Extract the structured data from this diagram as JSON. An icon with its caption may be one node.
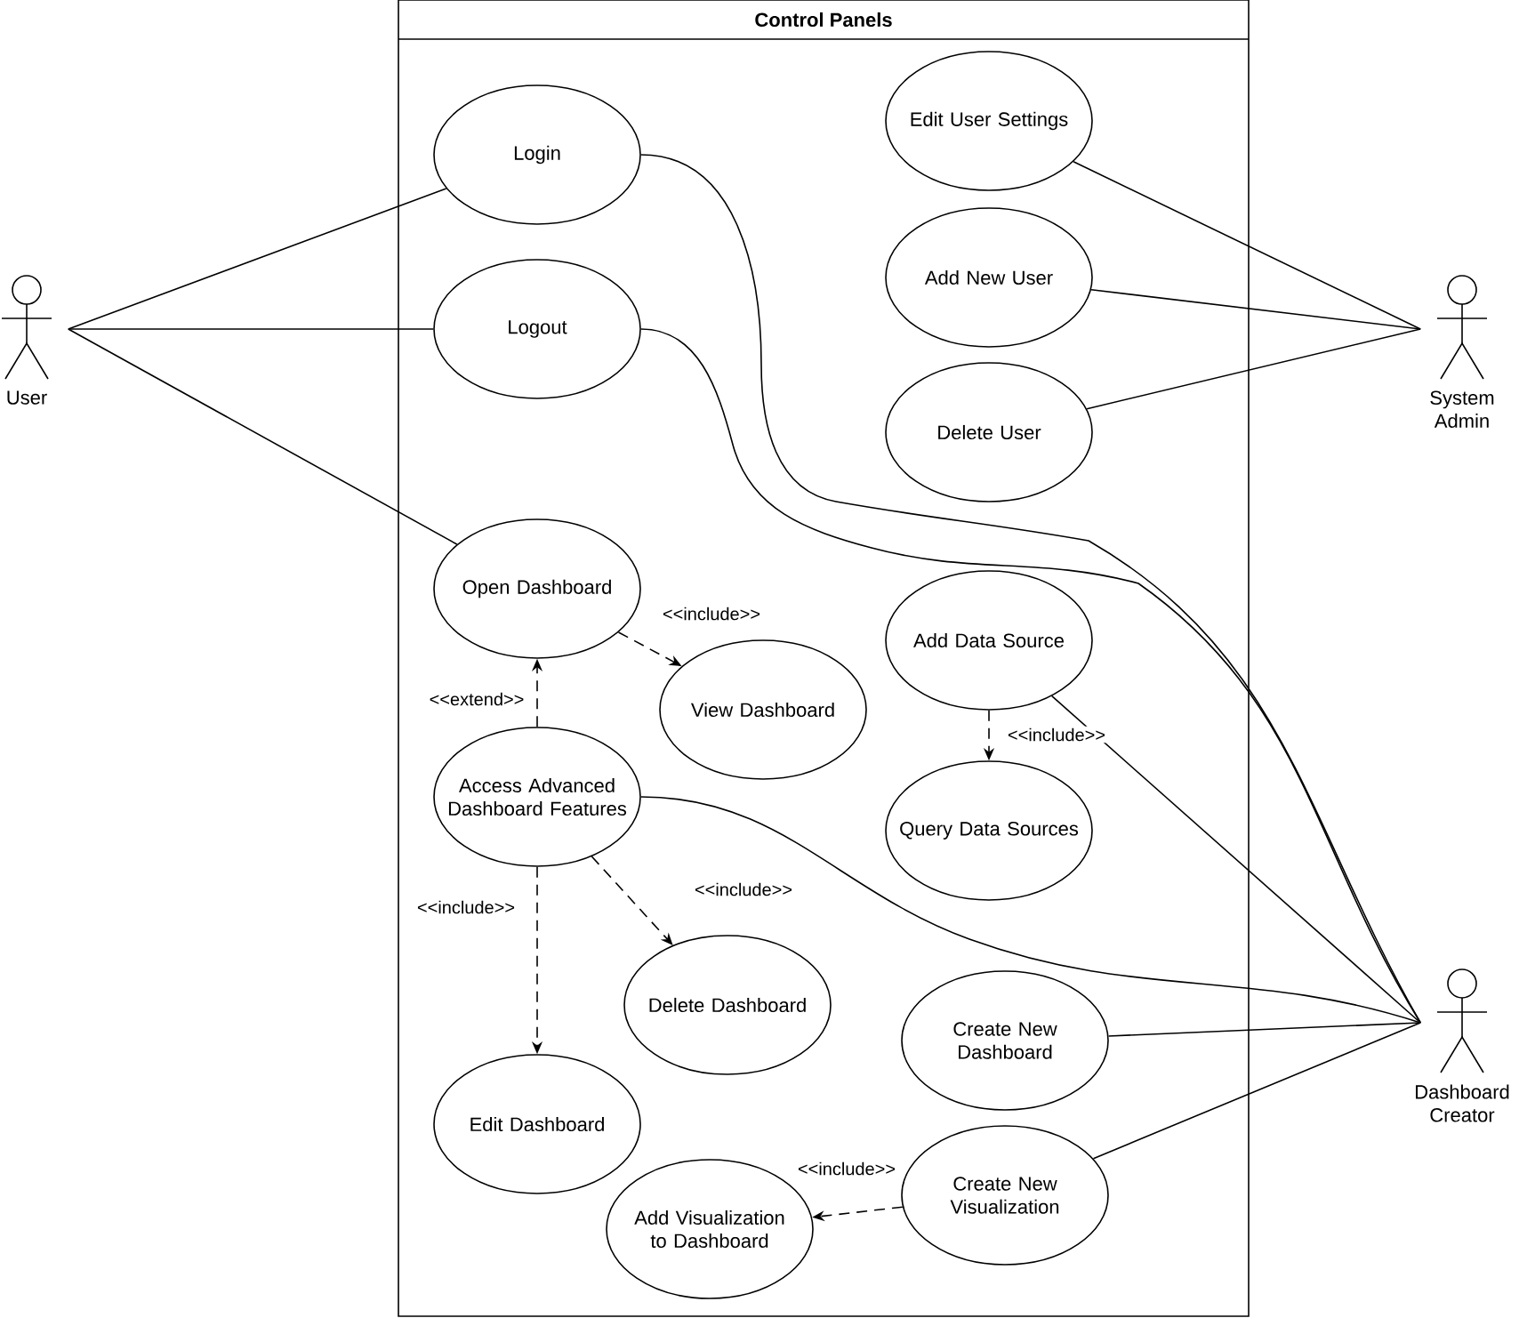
{
  "diagram": {
    "nodes": [
      {
        "text": [
          "Control Panels"
        ]
      },
      {
        "text": [
          "Login"
        ],
        "in": 0
      },
      {
        "text": [
          "Logout"
        ],
        "in": 0
      },
      {
        "text": [
          "Open Dashboard"
        ],
        "in": 0
      },
      {
        "text": [
          "Access Advanced Dashboard Features"
        ],
        "in": 0
      },
      {
        "text": [
          "Edit Dashboard"
        ],
        "in": 0
      },
      {
        "text": [
          "View Dashboard"
        ],
        "in": 0
      },
      {
        "text": [
          "Delete Dashboard"
        ],
        "in": 0
      },
      {
        "text": [
          "Add Visualization to Dashboard"
        ],
        "in": 0
      },
      {
        "text": [
          "Edit User Settings"
        ],
        "in": 0
      },
      {
        "text": [
          "Add New User"
        ],
        "in": 0
      },
      {
        "text": [
          "Delete User"
        ],
        "in": 0
      },
      {
        "text": [
          "Add Data Source"
        ],
        "in": 0
      },
      {
        "text": [
          "Query Data Sources"
        ],
        "in": 0
      },
      {
        "text": [
          "Create New Dashboard"
        ],
        "in": 0
      },
      {
        "text": [
          "Create New Visualization"
        ],
        "in": 0
      },
      {
        "text": [
          "User"
        ]
      },
      {
        "text": [
          "System Admin"
        ]
      },
      {
        "text": [
          "Dashboard Creator"
        ]
      }
    ],
    "edges": [
      {
        "from": 16,
        "to": 1,
        "arrow": "none"
      },
      {
        "from": 16,
        "to": 2,
        "arrow": "none"
      },
      {
        "from": 16,
        "to": 3,
        "arrow": "none"
      },
      {
        "from": 17,
        "to": 9,
        "arrow": "none"
      },
      {
        "from": 17,
        "to": 10,
        "arrow": "none"
      },
      {
        "from": 17,
        "to": 11,
        "arrow": "none"
      },
      {
        "from": 18,
        "to": 1,
        "arrow": "none"
      },
      {
        "from": 18,
        "to": 2,
        "arrow": "none"
      },
      {
        "from": 18,
        "to": 12,
        "arrow": "none"
      },
      {
        "from": 18,
        "to": 4,
        "arrow": "none"
      },
      {
        "from": 18,
        "to": 14,
        "arrow": "none"
      },
      {
        "from": 18,
        "to": 15,
        "arrow": "none"
      },
      {
        "from": 3,
        "to": 6,
        "arrow": "to",
        "style": "dashed",
        "label": "<<include>>"
      },
      {
        "from": 4,
        "to": 3,
        "arrow": "to",
        "style": "dashed",
        "label": "<<extend>>"
      },
      {
        "from": 4,
        "to": 7,
        "arrow": "to",
        "style": "dashed",
        "label": "<<include>>"
      },
      {
        "from": 4,
        "to": 5,
        "arrow": "to",
        "style": "dashed",
        "label": "<<include>>"
      },
      {
        "from": 12,
        "to": 13,
        "arrow": "to",
        "style": "dashed",
        "label": "<<include>>"
      },
      {
        "from": 15,
        "to": 8,
        "arrow": "to",
        "style": "dashed",
        "label": "<<include>>"
      }
    ]
  }
}
